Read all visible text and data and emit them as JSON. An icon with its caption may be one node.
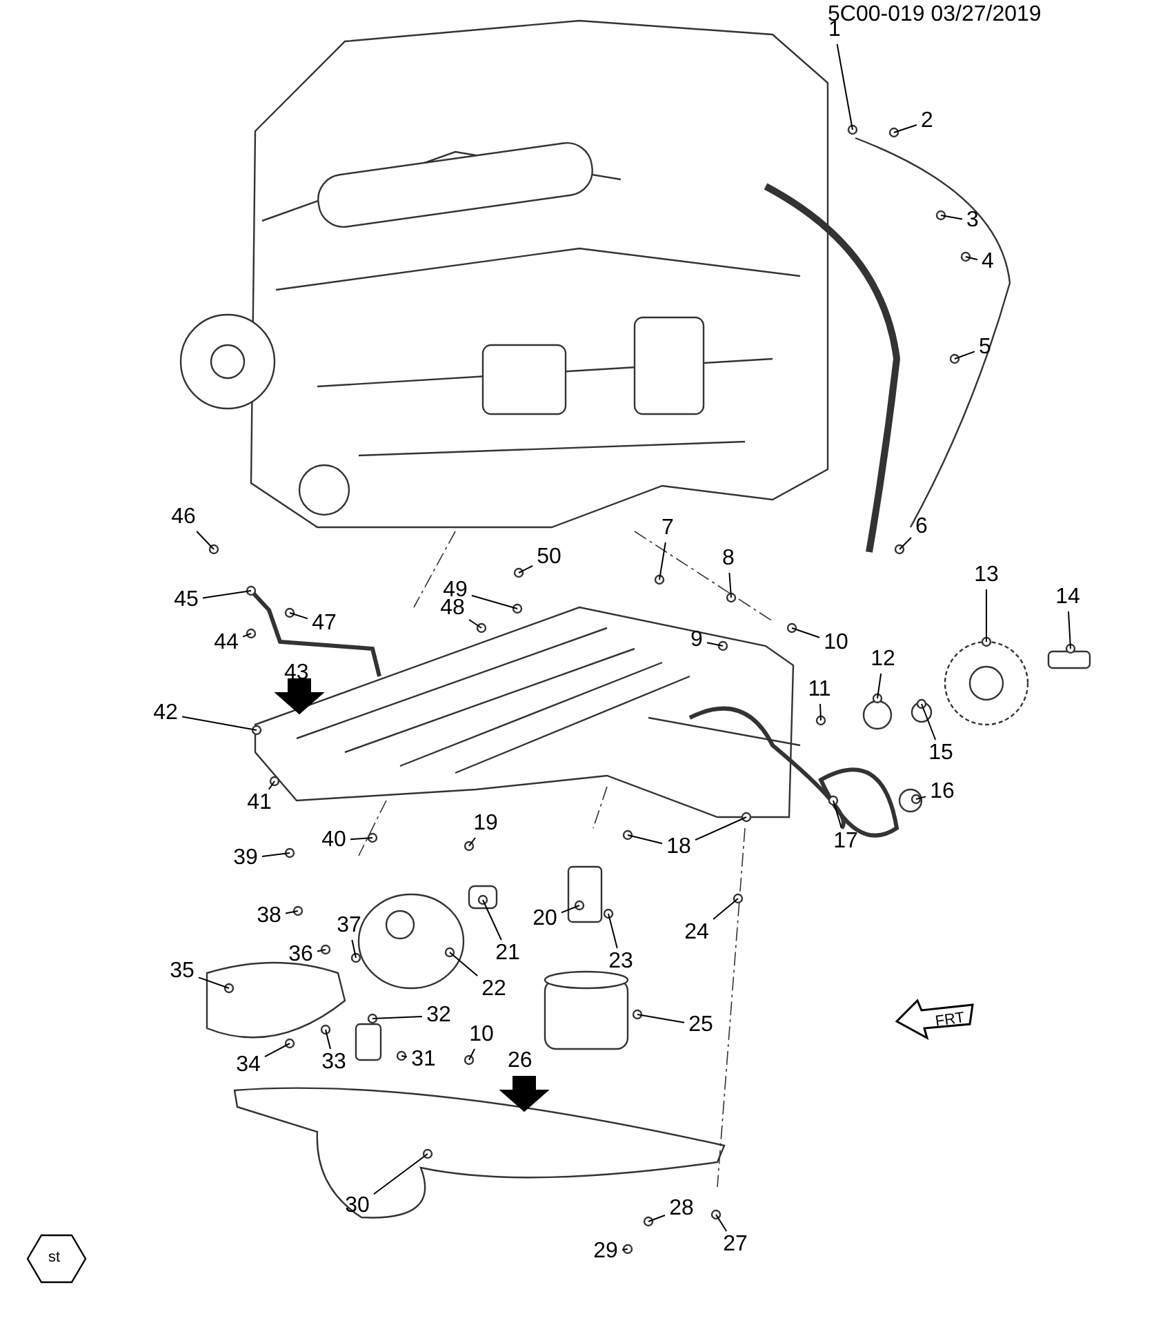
{
  "diagram": {
    "nodes": [
      {
        "text": [
          "1"
        ]
      },
      {
        "text": [
          "2"
        ]
      },
      {
        "text": [
          "3"
        ]
      },
      {
        "text": [
          "4"
        ]
      },
      {
        "text": [
          "5"
        ]
      },
      {
        "text": [
          "6"
        ]
      },
      {
        "text": [
          "7"
        ]
      },
      {
        "text": [
          "8"
        ]
      },
      {
        "text": [
          "9"
        ]
      },
      {
        "text": [
          "10"
        ]
      },
      {
        "text": [
          "11"
        ]
      },
      {
        "text": [
          "12"
        ]
      },
      {
        "text": [
          "13"
        ]
      },
      {
        "text": [
          "14"
        ]
      },
      {
        "text": [
          "15"
        ]
      },
      {
        "text": [
          "16"
        ]
      },
      {
        "text": [
          "17"
        ]
      },
      {
        "text": [
          "18"
        ]
      },
      {
        "text": [
          "19"
        ]
      },
      {
        "text": [
          "20"
        ]
      },
      {
        "text": [
          "21"
        ]
      },
      {
        "text": [
          "22"
        ]
      },
      {
        "text": [
          "23"
        ]
      },
      {
        "text": [
          "24"
        ]
      },
      {
        "text": [
          "25"
        ]
      },
      {
        "text": [
          "27"
        ]
      },
      {
        "text": [
          "28"
        ]
      },
      {
        "text": [
          "29"
        ]
      },
      {
        "text": [
          "30"
        ]
      },
      {
        "text": [
          "31"
        ]
      },
      {
        "text": [
          "32"
        ]
      },
      {
        "text": [
          "33"
        ]
      },
      {
        "text": [
          "34"
        ]
      },
      {
        "text": [
          "35"
        ]
      },
      {
        "text": [
          "36"
        ]
      },
      {
        "text": [
          "37"
        ]
      },
      {
        "text": [
          "38"
        ]
      },
      {
        "text": [
          "39"
        ]
      },
      {
        "text": [
          "40"
        ]
      },
      {
        "text": [
          "41"
        ]
      },
      {
        "text": [
          "42"
        ]
      },
      {
        "text": [
          "44"
        ]
      },
      {
        "text": [
          "45"
        ]
      },
      {
        "text": [
          "46"
        ]
      },
      {
        "text": [
          "47"
        ]
      },
      {
        "text": [
          "48"
        ]
      },
      {
        "text": [
          "49"
        ]
      },
      {
        "text": [
          "50"
        ]
      },
      {
        "text": [
          "10"
        ]
      }
    ],
    "edges": [
      {
        "from": 0,
        "to": null,
        "arrow": "none"
      },
      {
        "from": 1,
        "to": null,
        "arrow": "none"
      },
      {
        "from": 2,
        "to": null,
        "arrow": "none"
      },
      {
        "from": 3,
        "to": null,
        "arrow": "none"
      },
      {
        "from": 4,
        "to": null,
        "arrow": "none"
      },
      {
        "from": 5,
        "to": null,
        "arrow": "none"
      },
      {
        "from": 6,
        "to": null,
        "arrow": "none"
      },
      {
        "from": 7,
        "to": null,
        "arrow": "none"
      },
      {
        "from": 8,
        "to": null,
        "arrow": "none"
      },
      {
        "from": 9,
        "to": null,
        "arrow": "none"
      },
      {
        "from": 10,
        "to": null,
        "arrow": "none"
      },
      {
        "from": 11,
        "to": null,
        "arrow": "none"
      },
      {
        "from": 12,
        "to": null,
        "arrow": "none"
      },
      {
        "from": 13,
        "to": null,
        "arrow": "none"
      },
      {
        "from": 14,
        "to": null,
        "arrow": "none"
      },
      {
        "from": 15,
        "to": null,
        "arrow": "none"
      },
      {
        "from": 16,
        "to": null,
        "arrow": "none"
      },
      {
        "from": 17,
        "to": null,
        "arrow": "none"
      },
      {
        "from": 17,
        "to": null,
        "arrow": "none"
      },
      {
        "from": 18,
        "to": null,
        "arrow": "none"
      },
      {
        "from": 19,
        "to": null,
        "arrow": "none"
      },
      {
        "from": 20,
        "to": null,
        "arrow": "none"
      },
      {
        "from": 21,
        "to": null,
        "arrow": "none"
      },
      {
        "from": 22,
        "to": null,
        "arrow": "none"
      },
      {
        "from": 23,
        "to": null,
        "arrow": "none"
      },
      {
        "from": 24,
        "to": null,
        "arrow": "none"
      },
      {
        "from": 25,
        "to": null,
        "arrow": "none"
      },
      {
        "from": 26,
        "to": null,
        "arrow": "none"
      },
      {
        "from": 27,
        "to": null,
        "arrow": "none"
      },
      {
        "from": 28,
        "to": null,
        "arrow": "none"
      },
      {
        "from": 29,
        "to": null,
        "arrow": "none"
      },
      {
        "from": 30,
        "to": null,
        "arrow": "none"
      },
      {
        "from": 31,
        "to": null,
        "arrow": "none"
      },
      {
        "from": 32,
        "to": null,
        "arrow": "none"
      },
      {
        "from": 33,
        "to": null,
        "arrow": "none"
      },
      {
        "from": 34,
        "to": null,
        "arrow": "none"
      },
      {
        "from": 35,
        "to": null,
        "arrow": "none"
      },
      {
        "from": 36,
        "to": null,
        "arrow": "none"
      },
      {
        "from": 37,
        "to": null,
        "arrow": "none"
      },
      {
        "from": 38,
        "to": null,
        "arrow": "none"
      },
      {
        "from": 39,
        "to": null,
        "arrow": "none"
      },
      {
        "from": 40,
        "to": null,
        "arrow": "none"
      },
      {
        "from": 41,
        "to": null,
        "arrow": "none"
      },
      {
        "from": 42,
        "to": null,
        "arrow": "none"
      },
      {
        "from": 43,
        "to": null,
        "arrow": "none"
      },
      {
        "from": 44,
        "to": null,
        "arrow": "none"
      },
      {
        "from": 45,
        "to": null,
        "arrow": "none"
      },
      {
        "from": 46,
        "to": null,
        "arrow": "none"
      },
      {
        "from": 47,
        "to": null,
        "arrow": "none"
      },
      {
        "from": 48,
        "to": null,
        "arrow": "none"
      }
    ],
    "labels": [
      "5C00-019 03/27/2019",
      "43",
      "26",
      "FRT",
      "st"
    ]
  }
}
